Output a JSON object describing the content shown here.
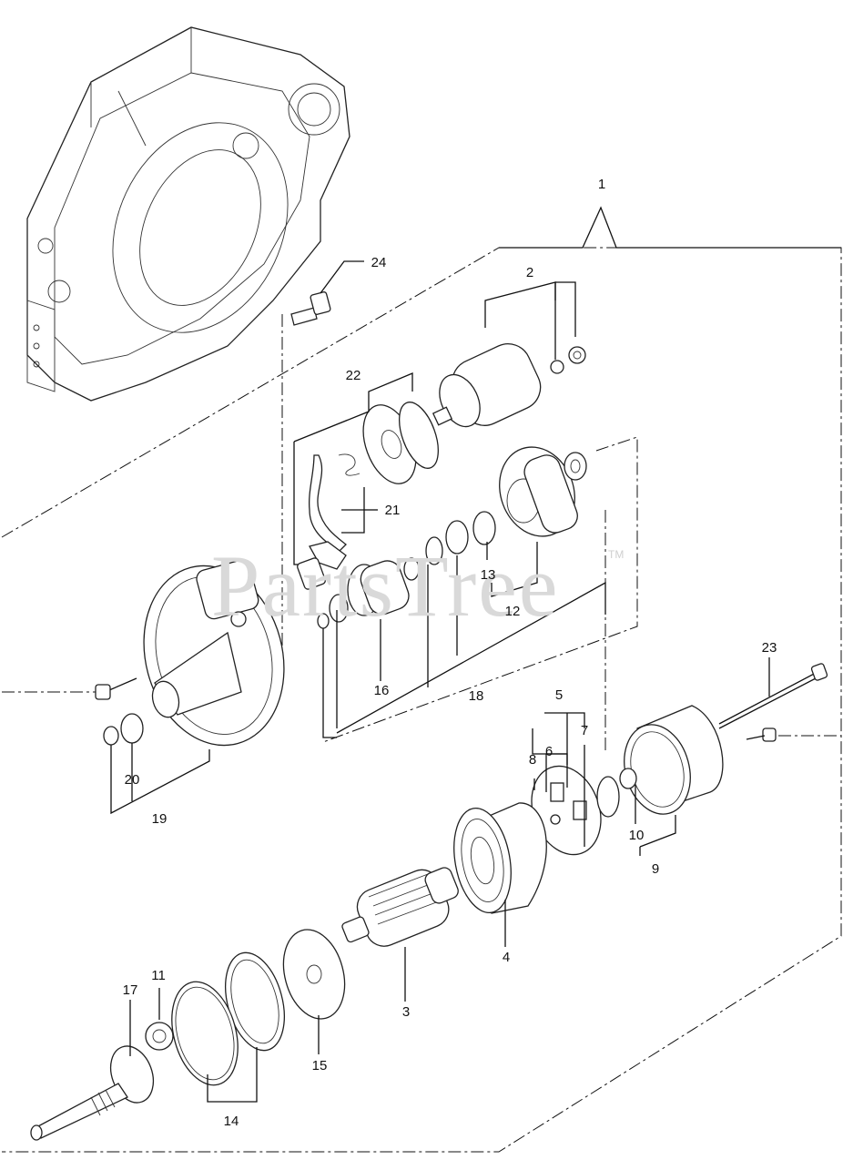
{
  "watermark": {
    "text": "PartsTree",
    "trademark": "TM"
  },
  "callouts": [
    {
      "id": "1",
      "label": "1"
    },
    {
      "id": "2",
      "label": "2"
    },
    {
      "id": "3",
      "label": "3"
    },
    {
      "id": "4",
      "label": "4"
    },
    {
      "id": "5",
      "label": "5"
    },
    {
      "id": "6",
      "label": "6"
    },
    {
      "id": "7",
      "label": "7"
    },
    {
      "id": "8",
      "label": "8"
    },
    {
      "id": "9",
      "label": "9"
    },
    {
      "id": "10",
      "label": "10"
    },
    {
      "id": "11",
      "label": "11"
    },
    {
      "id": "12",
      "label": "12"
    },
    {
      "id": "13",
      "label": "13"
    },
    {
      "id": "14",
      "label": "14"
    },
    {
      "id": "15",
      "label": "15"
    },
    {
      "id": "16",
      "label": "16"
    },
    {
      "id": "17",
      "label": "17"
    },
    {
      "id": "18",
      "label": "18"
    },
    {
      "id": "19",
      "label": "19"
    },
    {
      "id": "20",
      "label": "20"
    },
    {
      "id": "21",
      "label": "21"
    },
    {
      "id": "22",
      "label": "22"
    },
    {
      "id": "23",
      "label": "23"
    },
    {
      "id": "24",
      "label": "24"
    }
  ]
}
